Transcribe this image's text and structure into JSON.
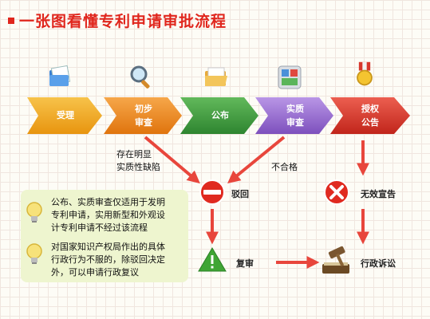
{
  "title": "一张图看懂专利申请审批流程",
  "steps": [
    {
      "line1": "受理",
      "line2": ""
    },
    {
      "line1": "初步",
      "line2": "审查"
    },
    {
      "line1": "公布",
      "line2": ""
    },
    {
      "line1": "实质",
      "line2": "审查"
    },
    {
      "line1": "授权",
      "line2": "公告"
    }
  ],
  "step_colors": [
    "#f1a71a",
    "#f08a1b",
    "#3f9b3e",
    "#9a6ed1",
    "#d8362a"
  ],
  "step_icons": [
    "document-folder-icon",
    "magnifier-icon",
    "open-folder-icon",
    "toolbox-icon",
    "medal-icon"
  ],
  "notes": {
    "obvious_defect": [
      "存在明显",
      "实质性缺陷"
    ],
    "unqualified": "不合格"
  },
  "nodes": {
    "reject": "驳回",
    "invalid_declaration": "无效宣告",
    "review": "复审",
    "admin_litigation": "行政诉讼"
  },
  "info": [
    [
      "公布、实质审查仅适用于发明",
      "专利申请，实用新型和外观设",
      "计专利申请不经过该流程"
    ],
    [
      "对国家知识产权局作出的具体",
      "行政行为不服的，除驳回决定",
      "外，可以申请行政复议"
    ]
  ],
  "colors": {
    "title": "#e0261d",
    "arrow": "#e8463c",
    "info_bg": "#eef5cf"
  }
}
